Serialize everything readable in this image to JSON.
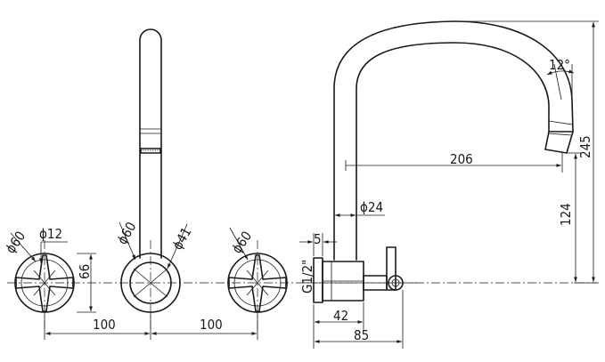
{
  "drawing": {
    "front_view": {
      "spout_diameter": "ϕ41",
      "rosette_diameter_center": "ϕ60",
      "rosette_diameter_left": "ϕ60",
      "rosette_diameter_right": "ϕ60",
      "handle_stem_diameter": "ϕ12",
      "rosette_height": "66",
      "spacing_left": "100",
      "spacing_right": "100"
    },
    "side_view": {
      "spout_reach": "206",
      "spout_tube_diameter": "ϕ24",
      "angle": "12°",
      "total_height": "245",
      "height_to_spout": "124",
      "flange_thickness": "5",
      "thread": "G1/2\"",
      "body_depth": "42",
      "overall_depth": "85"
    }
  }
}
